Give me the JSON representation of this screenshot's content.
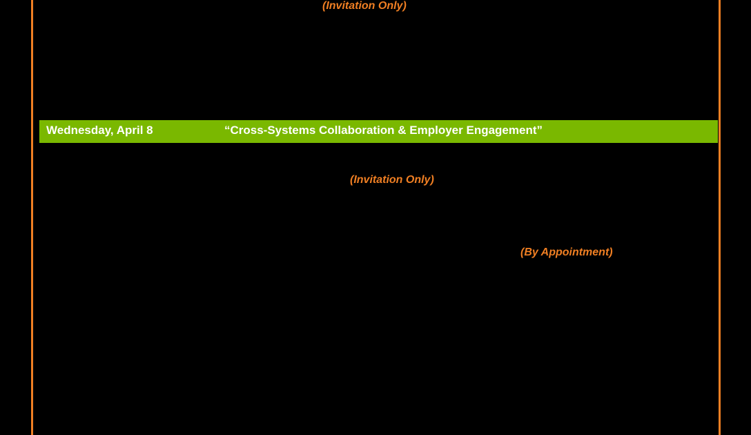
{
  "colors": {
    "background": "#000000",
    "frame": "#f07f23",
    "note_text": "#f07f23",
    "banner": "#7ab800",
    "banner_text": "#ffffff"
  },
  "notes": {
    "top": "(Invitation Only)",
    "middle": "(Invitation Only)",
    "appointment": "(By Appointment)"
  },
  "day_banner": {
    "date": "Wednesday, April 8",
    "title": "“Cross-Systems Collaboration & Employer Engagement”"
  }
}
